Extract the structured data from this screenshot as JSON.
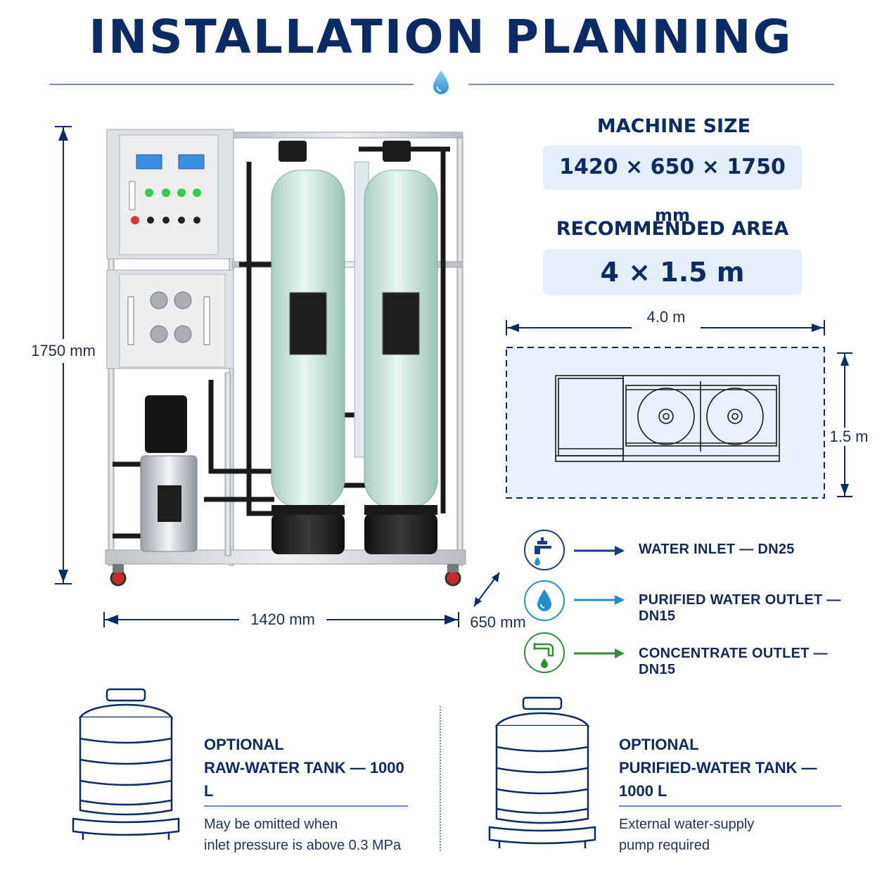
{
  "title": "INSTALLATION PLANNING",
  "machine_size": {
    "heading": "MACHINE SIZE",
    "value": "1420 × 650 × 1750",
    "unit": "mm"
  },
  "recommended_area": {
    "heading": "RECOMMENDED AREA",
    "value": "4 × 1.5 m"
  },
  "floor_plan": {
    "width_label": "4.0 m",
    "depth_label": "1.5 m"
  },
  "machine_dimensions": {
    "height_label": "1750 mm",
    "width_label": "1420 mm",
    "depth_label": "650 mm"
  },
  "connections": [
    {
      "icon": "faucet-icon",
      "label": "WATER INLET — DN25",
      "color": "#1a3a8a"
    },
    {
      "icon": "water-drop-icon",
      "label": "PURIFIED WATER OUTLET — DN15",
      "color": "#1f8fd0"
    },
    {
      "icon": "drain-pipe-icon",
      "label": "CONCENTRATE OUTLET — DN15",
      "color": "#2e8f3a"
    }
  ],
  "tanks": [
    {
      "line1": "OPTIONAL",
      "line2": "RAW-WATER TANK — 1000 L",
      "note1": "May be omitted when",
      "note2": "inlet pressure is above 0.3 MPa"
    },
    {
      "line1": "OPTIONAL",
      "line2": "PURIFIED-WATER TANK — 1000 L",
      "note1": "External water-supply",
      "note2": "pump required"
    }
  ],
  "colors": {
    "navy": "#0b2a66",
    "accent_blue": "#1f8fd0",
    "green": "#2e8f3a",
    "panel_bg": "#e4eefb"
  }
}
